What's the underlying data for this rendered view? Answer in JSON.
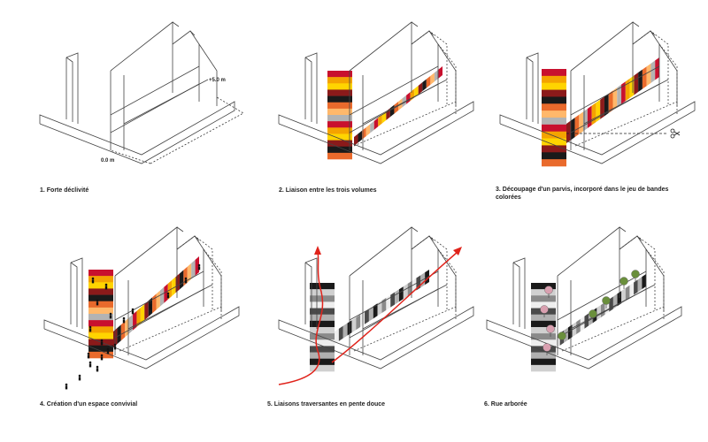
{
  "panels": [
    {
      "caption": "1. Forte déclivité"
    },
    {
      "caption": "2. Liaison entre les trois volumes"
    },
    {
      "caption_line1": "3. Découpage d'un parvis, incorporé dans le jeu de bandes",
      "caption_line2": "colorées"
    },
    {
      "caption": "4. Création d'un espace convivial"
    },
    {
      "caption": "5. Liaisons traversantes en pente douce"
    },
    {
      "caption": "6. Rue arborée"
    }
  ],
  "dimensions": {
    "top": "+5.0 m",
    "bottom": "0.0 m"
  },
  "colors": {
    "stripes_warm": [
      "#c8102e",
      "#f4a300",
      "#ffd400",
      "#8b1a1a",
      "#1a1a1a",
      "#e96a2c",
      "#ffb86b",
      "#b3b3b3"
    ],
    "stripes_grey": [
      "#1a1a1a",
      "#d0d0d0",
      "#8a8a8a",
      "#eeeeee",
      "#4a4a4a",
      "#b0b0b0"
    ],
    "arrow": "#e0231b",
    "tree_pink": "#d9a0b0",
    "tree_green": "#6a8f3c"
  },
  "icons": {
    "scissors": "scissors-icon",
    "person": "person-icon",
    "tree": "tree-icon"
  }
}
